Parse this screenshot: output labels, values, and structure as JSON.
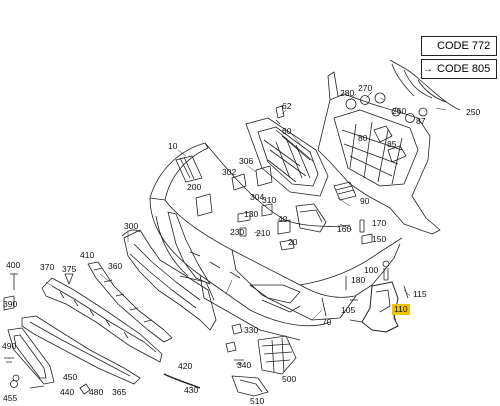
{
  "codes": [
    {
      "text": "CODE 772",
      "arrow": ""
    },
    {
      "text": "CODE 805",
      "arrow": "→"
    }
  ],
  "highlight_color": "#f2c400",
  "labels": {
    "p10": "10",
    "p20": "20",
    "p40": "40",
    "p60": "60",
    "p62": "62",
    "p70": "70",
    "p80": "80",
    "p85": "85",
    "p87": "87",
    "p90": "90",
    "p100": "100",
    "p105": "105",
    "p110": "110",
    "p115": "115",
    "p130": "130",
    "p150": "150",
    "p160": "160",
    "p170": "170",
    "p180": "180",
    "p200": "200",
    "p210": "210",
    "p230": "230",
    "p250": "250",
    "p260": "260",
    "p270": "270",
    "p280": "280",
    "p300": "300",
    "p302": "302",
    "p304": "304",
    "p306": "306",
    "p310": "310",
    "p330": "330",
    "p340": "340",
    "p360": "360",
    "p365": "365",
    "p370": "370",
    "p375": "375",
    "p390": "390",
    "p400": "400",
    "p410": "410",
    "p420": "420",
    "p430": "430",
    "p440": "440",
    "p450": "450",
    "p455": "455",
    "p480": "480",
    "p490": "490",
    "p500": "500",
    "p510": "510"
  }
}
